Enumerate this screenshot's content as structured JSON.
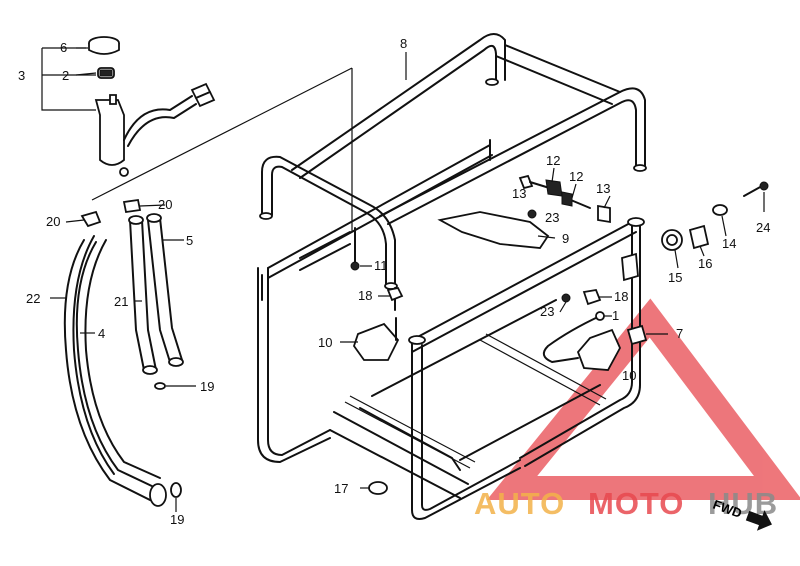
{
  "callouts": [
    "6",
    "2",
    "3",
    "8",
    "12",
    "12",
    "13",
    "13",
    "13",
    "20",
    "20",
    "5",
    "9",
    "11",
    "18",
    "18",
    "23",
    "23",
    "14",
    "15",
    "16",
    "24",
    "22",
    "4",
    "21",
    "1",
    "7",
    "10",
    "10",
    "19",
    "19",
    "17"
  ],
  "watermark": {
    "part1": "AUTO",
    "part2": "MOTO",
    "part3": "HUB",
    "color_red": "#e8494f",
    "color_orange": "#f3b24a",
    "color_grey": "#8a8a8a"
  },
  "fwd_label": "FWD"
}
